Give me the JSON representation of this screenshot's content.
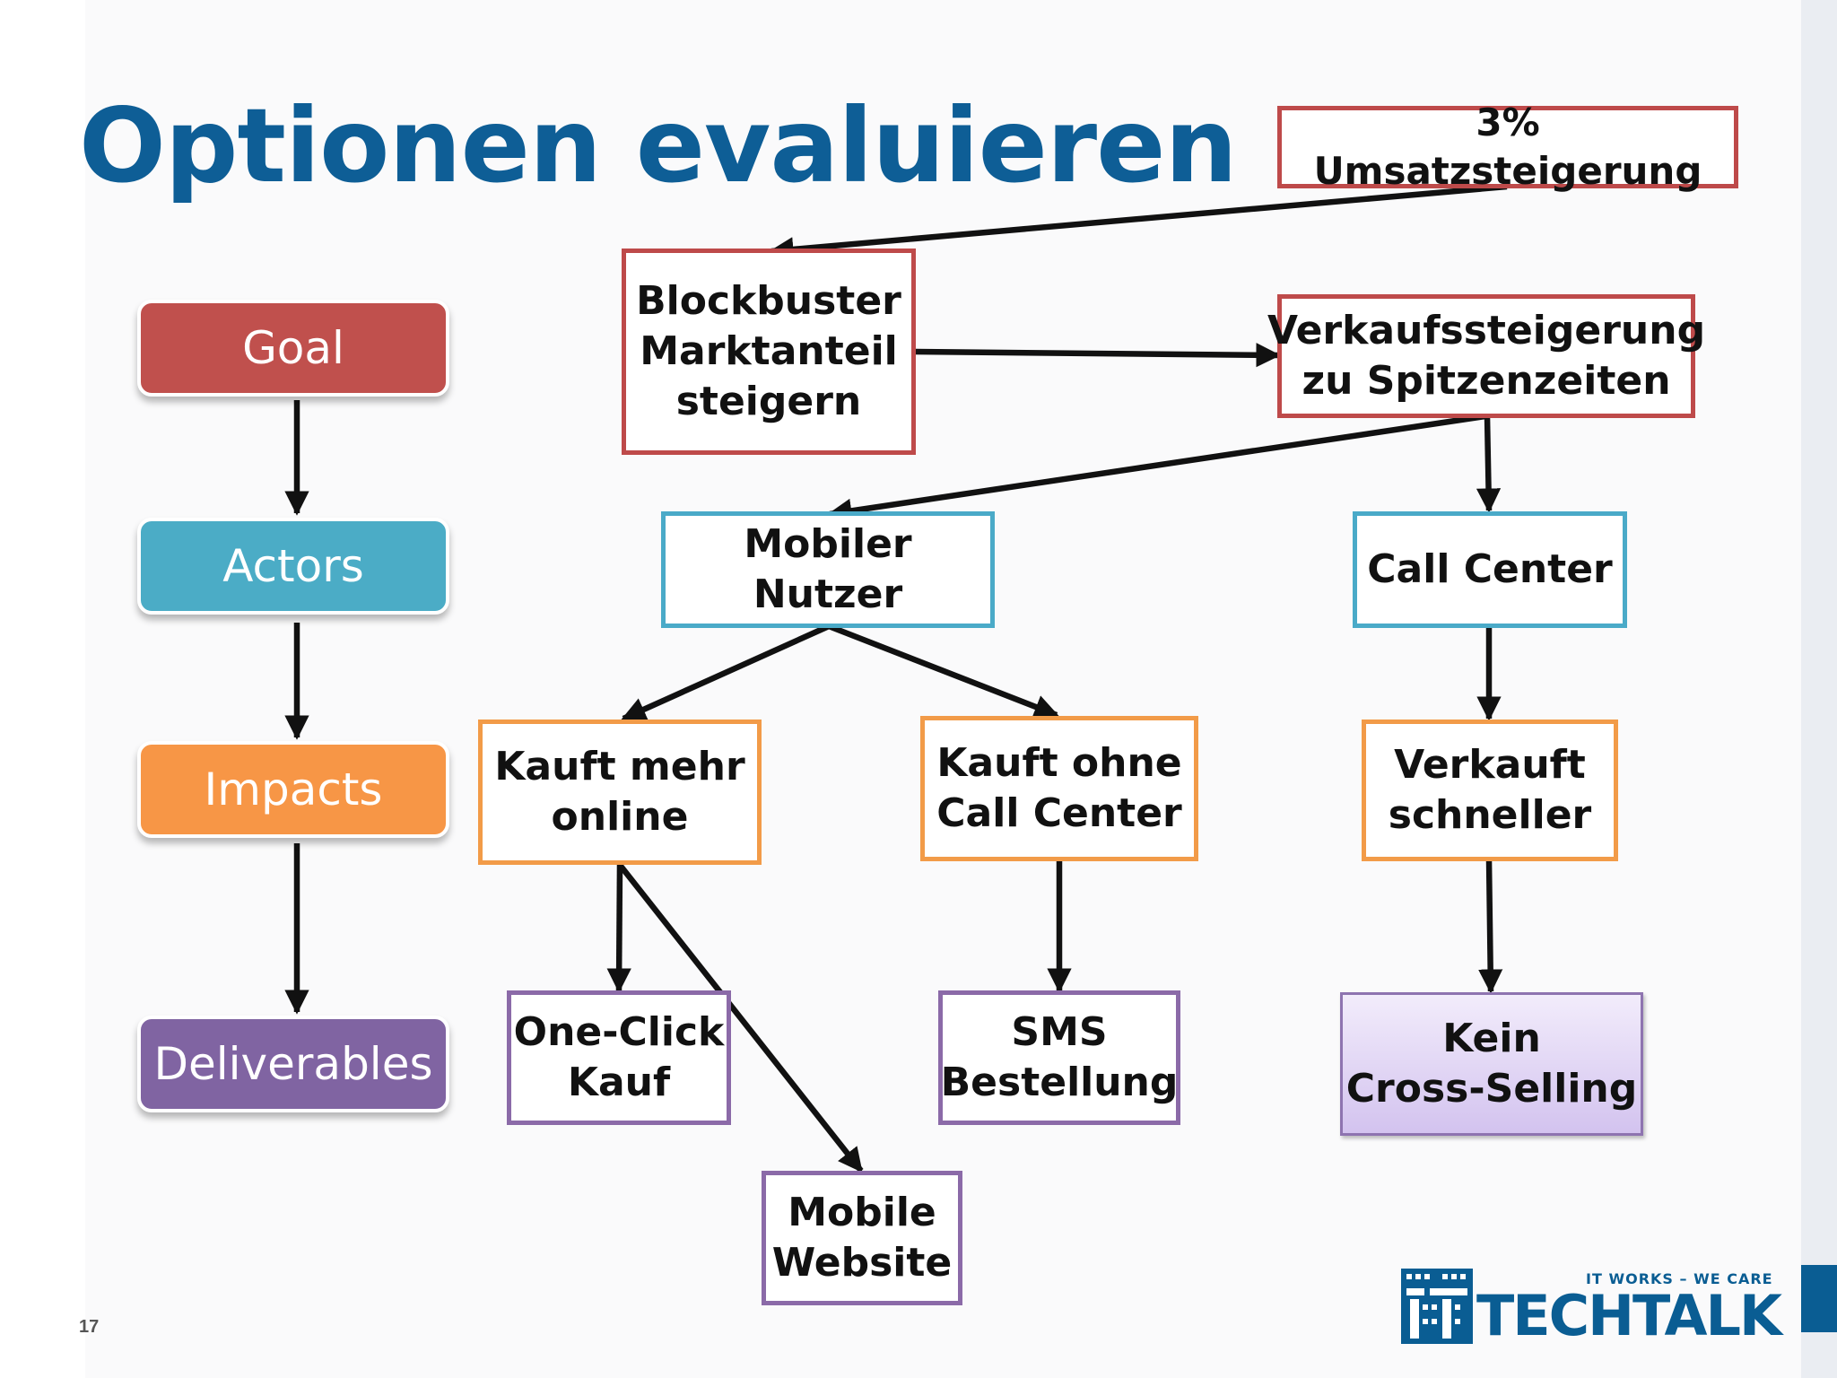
{
  "slide": {
    "title": "Optionen evaluieren",
    "page_number": "17"
  },
  "legend": [
    {
      "label": "Goal",
      "color": "#c0504d"
    },
    {
      "label": "Actors",
      "color": "#4bacc6"
    },
    {
      "label": "Impacts",
      "color": "#f79646"
    },
    {
      "label": "Deliverables",
      "color": "#8064a2"
    }
  ],
  "nodes": {
    "umsatz": {
      "lines": [
        "3% Umsatzsteigerung"
      ]
    },
    "blockbuster": {
      "lines": [
        "Blockbuster",
        "Marktanteil",
        "steigern"
      ]
    },
    "verkaufssteigerung": {
      "lines": [
        "Verkaufssteigerung",
        "zu Spitzenzeiten"
      ]
    },
    "mobiler_nutzer": {
      "lines": [
        "Mobiler Nutzer"
      ]
    },
    "call_center": {
      "lines": [
        "Call Center"
      ]
    },
    "kauft_mehr_online": {
      "lines": [
        "Kauft mehr",
        "online"
      ]
    },
    "kauft_ohne_call_center": {
      "lines": [
        "Kauft ohne",
        "Call Center"
      ]
    },
    "verkauft_schneller": {
      "lines": [
        "Verkauft",
        "schneller"
      ]
    },
    "one_click": {
      "lines": [
        "One-Click",
        "Kauf"
      ]
    },
    "sms": {
      "lines": [
        "SMS",
        "Bestellung"
      ]
    },
    "kein_cross_selling": {
      "lines": [
        "Kein",
        "Cross-Selling"
      ]
    },
    "mobile_website": {
      "lines": [
        "Mobile",
        "Website"
      ]
    }
  },
  "logo": {
    "tagline": "IT WORKS – WE CARE",
    "wordmark": "TECHTALK"
  }
}
